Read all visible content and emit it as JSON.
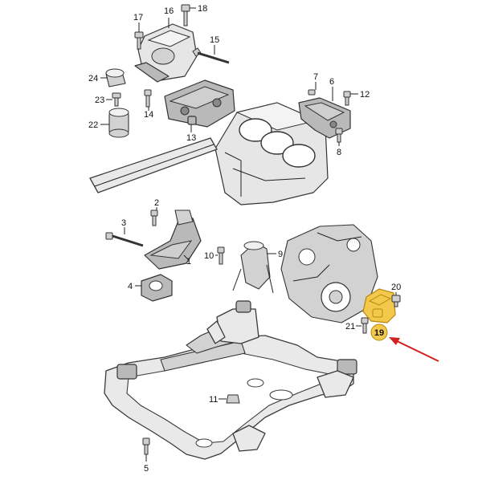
{
  "colors": {
    "highlight": "#f2c94c",
    "highlight_stroke": "#b8860b",
    "arrow": "#d32020",
    "line": "#333333"
  },
  "callouts": {
    "c1": "1",
    "c2": "2",
    "c3": "3",
    "c4": "4",
    "c5": "5",
    "c6": "6",
    "c7": "7",
    "c8": "8",
    "c9": "9",
    "c10": "10",
    "c11": "11",
    "c12": "12",
    "c13": "13",
    "c14": "14",
    "c15": "15",
    "c16": "16",
    "c17": "17",
    "c18": "18",
    "c19": "19",
    "c20": "20",
    "c21": "21",
    "c22": "22",
    "c23": "23",
    "c24": "24"
  },
  "highlighted_part": "19"
}
